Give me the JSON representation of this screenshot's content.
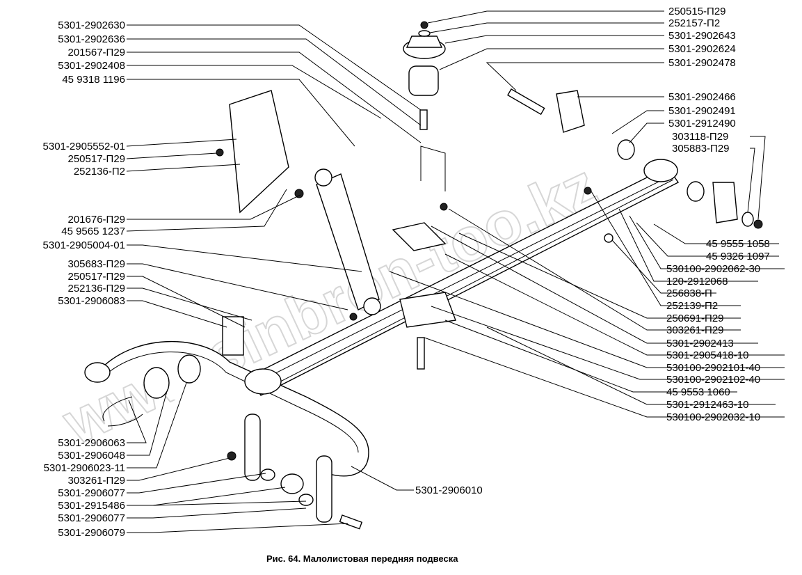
{
  "caption": "Рис. 64. Малолистовая передняя подвеска",
  "watermark": "www.sinbron-too.kz",
  "left_labels": [
    "5301-2902630",
    "5301-2902636",
    "201567-П29",
    "5301-2902408",
    "45 9318 1196",
    "5301-2905552-01",
    "250517-П29",
    "252136-П2",
    "201676-П29",
    "45 9565 1237",
    "5301-2905004-01",
    "305683-П29",
    "250517-П29",
    "252136-П29",
    "5301-2906083",
    "5301-2906063",
    "5301-2906048",
    "5301-2906023-11",
    "303261-П29",
    "5301-2906077",
    "5301-2915486",
    "5301-2906077",
    "5301-2906079"
  ],
  "right_top_labels": [
    "250515-П29",
    "252157-П2",
    "5301-2902643",
    "5301-2902624",
    "5301-2902478",
    "5301-2902466",
    "5301-2902491",
    "5301-2912490",
    "303118-П29",
    "305883-П29"
  ],
  "right_labels": [
    "45 9555 1058",
    "45 9326 1097",
    "530100-2902062-30",
    "120-2912068",
    "256838-П",
    "252139-П2",
    "250691-П29",
    "303261-П29",
    "5301-2902413",
    "5301-2905418-10",
    "530100-2902101-40",
    "530100-2902102-40",
    "45 9553 1060",
    "5301-2912463-10",
    "530100-2902032-10"
  ],
  "bottom_label": "5301-2906010"
}
